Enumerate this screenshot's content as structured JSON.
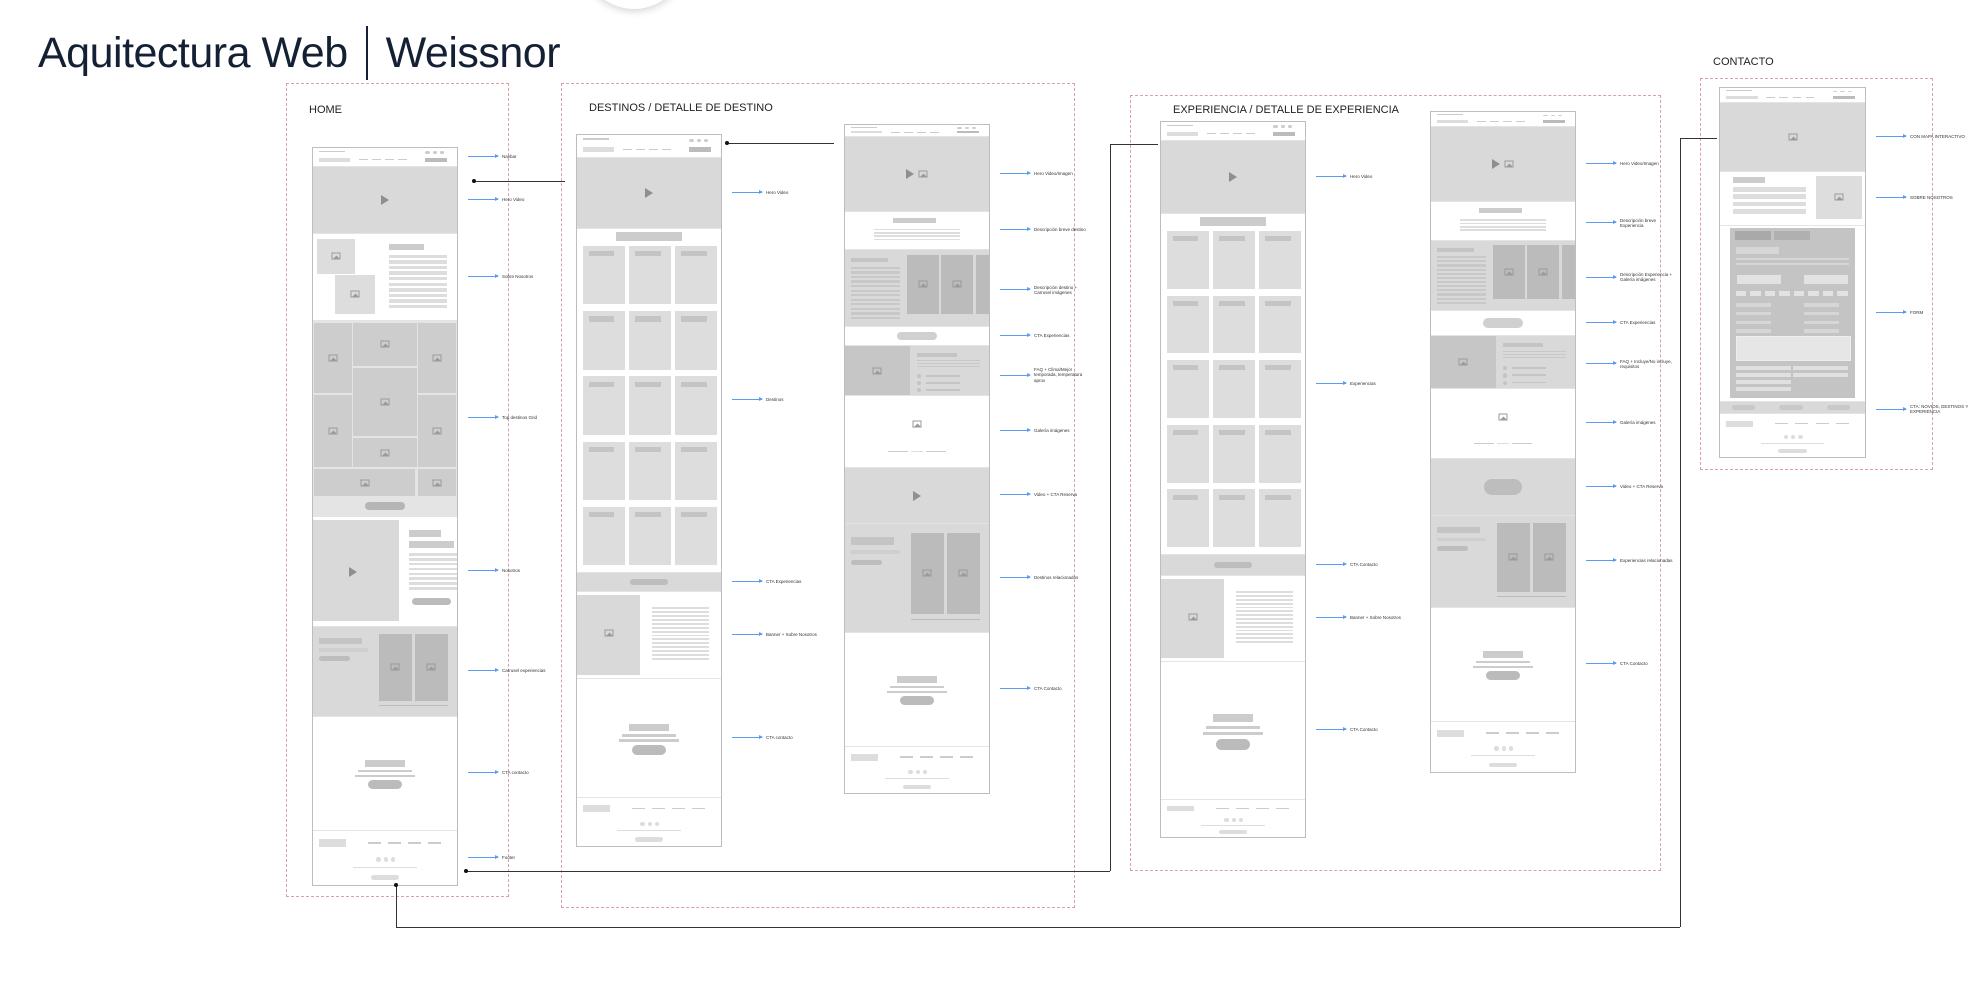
{
  "header": {
    "title_left": "Aquitectura Web",
    "title_right": "Weissnor"
  },
  "frames": {
    "home": "HOME",
    "destinos": "DESTINOS / DETALLE DE DESTINO",
    "experiencia": "EXPERIENCIA / DETALLE DE EXPERIENCIA",
    "contacto": "CONTACTO"
  },
  "pages": {
    "home": {
      "annotations": [
        "Navbar",
        "Hero Video",
        "Sobre Nosotros",
        "Top destinos Grid",
        "Nosotros",
        "Carrusel experiencias",
        "CTA contacto",
        "Footer"
      ]
    },
    "destinos": {
      "annotations": [
        "Hero Video",
        "Destinos",
        "CTA Experiencias",
        "Banner + Sobre Nosotros",
        "CTA contacto"
      ]
    },
    "destino_detalle": {
      "annotations": [
        "Hero Video/Imagen",
        "Descripción breve destino",
        "Descripción destino + Carrusel imágenes",
        "CTA Experiencias",
        "FAQ + Clima/Mejor temporada, temperatura aprox",
        "Galería imágenes",
        "Video + CTA Reserva",
        "Destinos relacionados",
        "CTA Contacto"
      ]
    },
    "experiencias": {
      "annotations": [
        "Hero Video",
        "Experiencias",
        "CTA Contacto",
        "Banner + Sobre Nosotros",
        "CTA Contacto"
      ]
    },
    "experiencia_detalle": {
      "annotations": [
        "Hero Video/Imagen",
        "Descripción breve Experiencia",
        "Descripción Experiencia + Galería imágenes",
        "CTA Experiencias",
        "FAQ + Incluye/No incluye, requisitos",
        "Galería imágenes",
        "Video + CTA Reserva",
        "Experiencias relacionadas",
        "CTA Contacto"
      ]
    },
    "contacto": {
      "annotations": [
        "CON MAPA INTERACTIVO",
        "SOBRE NOSOTROS",
        "FORM",
        "CTA: NOVIOS, DESTINOS Y EXPERIENCIA"
      ]
    }
  },
  "colors": {
    "frame_border": "#d9a0a6",
    "annotation_arrow": "#5b9cf0",
    "wire_fill": "#d9d9d9",
    "connector": "#333333"
  }
}
